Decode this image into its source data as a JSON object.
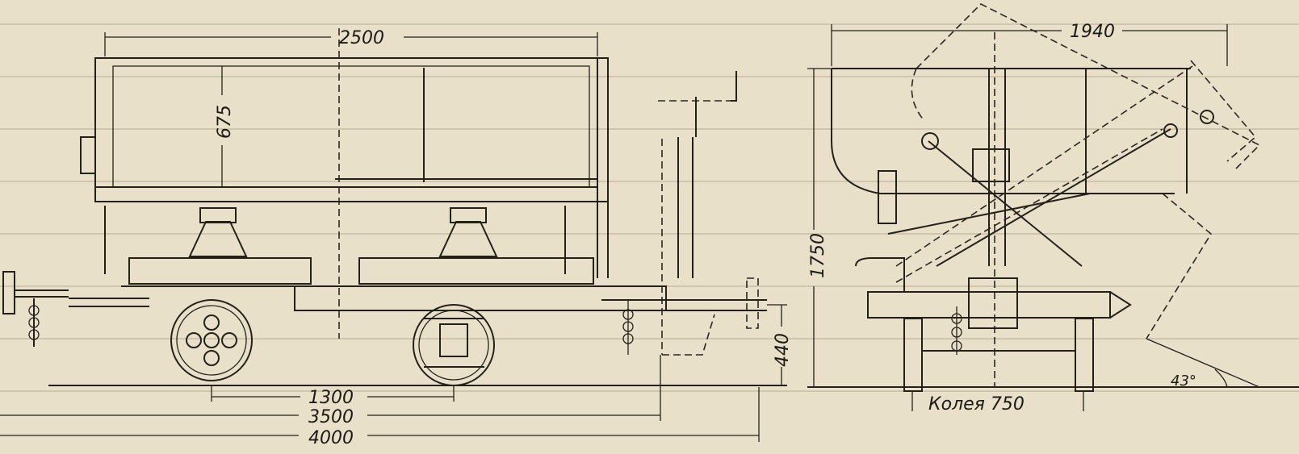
{
  "dimensions": {
    "body_length": "2500",
    "body_height": "675",
    "wheelbase": "1300",
    "frame_length": "3500",
    "overall_length": "4000",
    "coupler_height": "440",
    "overall_height": "1750",
    "overall_width": "1940",
    "gauge_label": "Колея 750",
    "tilt_angle": "43°"
  },
  "colors": {
    "paper": "#e9e0c9",
    "ink": "#24211b"
  }
}
